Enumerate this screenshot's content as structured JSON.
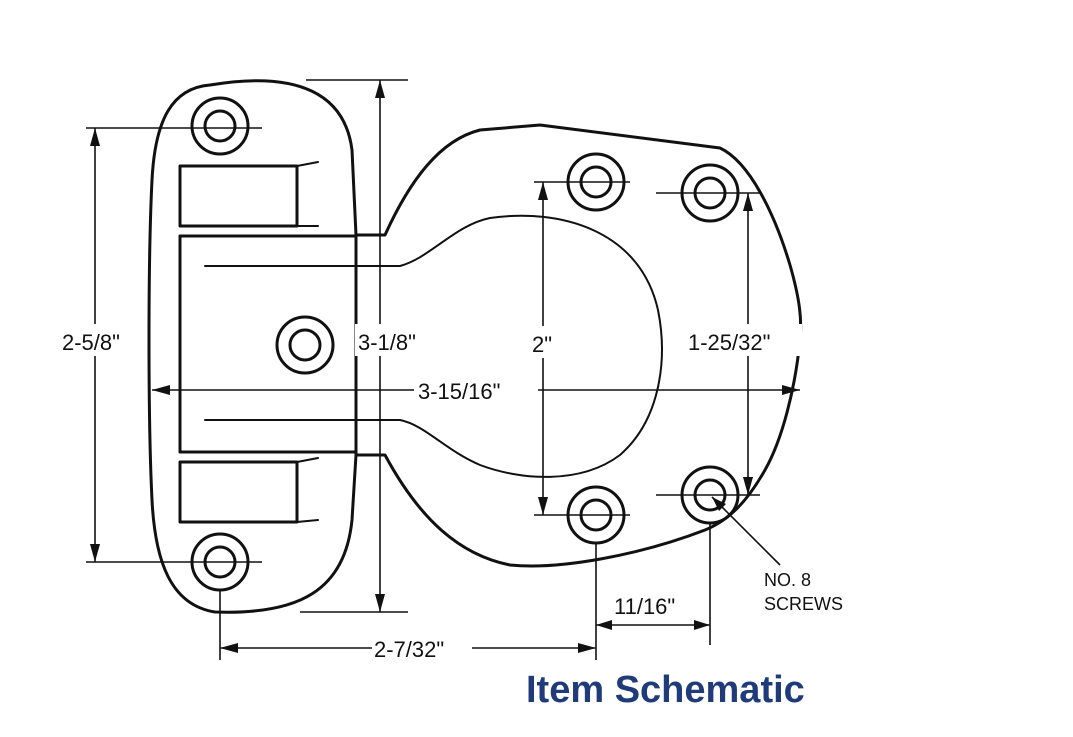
{
  "diagram": {
    "dimensions": {
      "left_height": "2-5/8\"",
      "center_height": "3-1/8\"",
      "hole_spacing_vertical": "2\"",
      "right_hole_spacing": "1-25/32\"",
      "overall_width": "3-15/16\"",
      "bottom_hole_distance": "2-7/32\"",
      "hole_offset": "11/16\""
    },
    "screws_note": {
      "line1": "NO. 8",
      "line2": "SCREWS"
    }
  },
  "caption": {
    "text": "Item Schematic",
    "color": "#1f3b7a"
  },
  "colors": {
    "line": "#111111",
    "background": "#ffffff"
  }
}
